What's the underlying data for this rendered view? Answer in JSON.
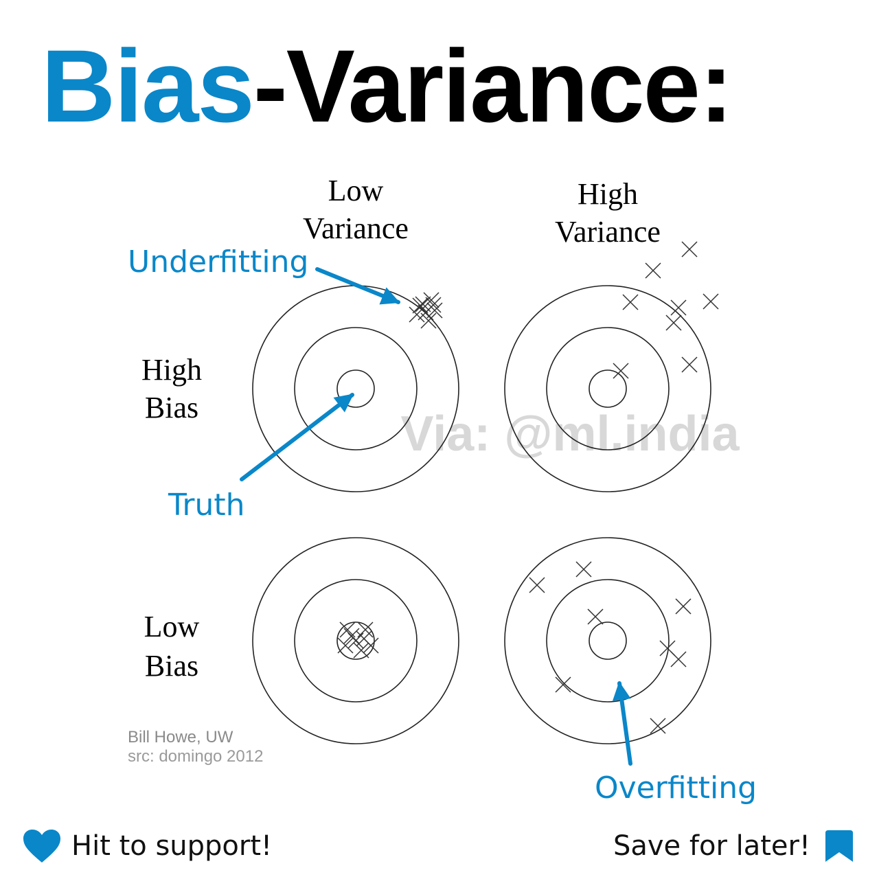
{
  "title": {
    "part1": "Bias",
    "part2": "-Variance:"
  },
  "columns": [
    {
      "line1": "Low",
      "line2": "Variance"
    },
    {
      "line1": "High",
      "line2": "Variance"
    }
  ],
  "rows": [
    {
      "line1": "High",
      "line2": "Bias"
    },
    {
      "line1": "Low",
      "line2": "Bias"
    }
  ],
  "annotations": {
    "underfitting": "Underfitting",
    "truth": "Truth",
    "overfitting": "Overfitting"
  },
  "watermark": "Via: @ml.india",
  "credit": {
    "line1": "Bill Howe, UW",
    "line2": "src: domingo 2012"
  },
  "footer": {
    "like": "Hit to support!",
    "save": "Save for later!"
  },
  "colors": {
    "accent": "#0a87c9",
    "text": "#000000",
    "credit": "#8a8a8a",
    "watermark": "#d8d8d8"
  },
  "icons": {
    "like": "heart-icon",
    "save": "bookmark-icon"
  }
}
